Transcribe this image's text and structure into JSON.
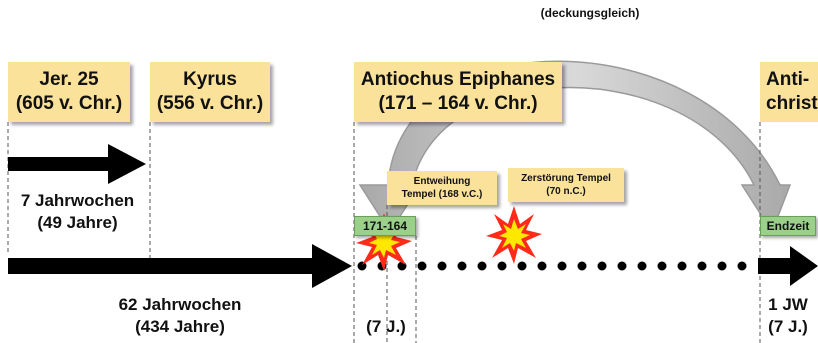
{
  "header": {
    "label": "(deckungsgleich)"
  },
  "boxes": {
    "jer": {
      "line1": "Jer. 25",
      "line2": "(605 v. Chr.)"
    },
    "kyrus": {
      "line1": "Kyrus",
      "line2": "(556 v. Chr.)"
    },
    "antiochus": {
      "line1": "Antiochus Epiphanes",
      "line2": "(171 – 164 v. Chr.)"
    },
    "antichrist": {
      "line1": "Anti-",
      "line2": "christ"
    },
    "entweihung": {
      "line1": "Entweihung",
      "line2": "Tempel (168 v.C.)"
    },
    "zerstoerung": {
      "line1": "Zerstörung Tempel",
      "line2": "(70 n.C.)"
    }
  },
  "tags": {
    "period": "171-164",
    "endzeit": "Endzeit"
  },
  "labels": {
    "weeks7": {
      "line1": "7 Jahrwochen",
      "line2": "(49 Jahre)"
    },
    "weeks62": {
      "line1": "62 Jahrwochen",
      "line2": "(434 Jahre)"
    },
    "years7_left": "(7 J.)",
    "jw1": {
      "line1": "1 JW",
      "line2": "(7 J.)"
    }
  },
  "colors": {
    "box_fill": "#fbe29a",
    "tag_fill": "#9bd08a",
    "arrow": "#000000",
    "curved_arrow": "#bdbdbd",
    "explosion_outer": "#ff2a1a",
    "explosion_inner": "#ffe800"
  }
}
